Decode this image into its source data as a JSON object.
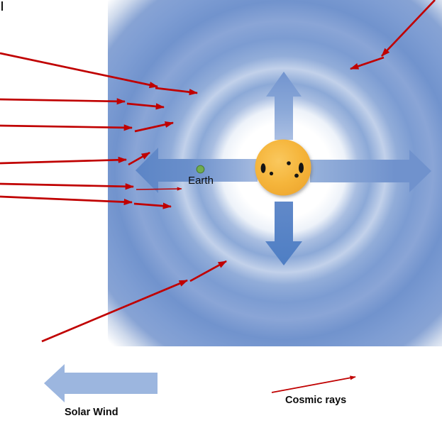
{
  "labels": {
    "earth": "Earth",
    "solar_wind": "Solar Wind",
    "cosmic_rays": "Cosmic rays"
  },
  "colors": {
    "cosmic_ray_red": "#C00000",
    "heliosphere_blue": "#7A9BD2",
    "arrow_up_blue": "#7294CF",
    "arrow_down_blue": "#4E7EC4",
    "arrow_left_blue": "#5C85C6",
    "arrow_right_blue": "#7092CD",
    "solar_wind_legend_blue": "#9CB6DF",
    "sun_orange": "#F5B53B",
    "earth_green": "#6FAC51"
  },
  "rays": {
    "items": [
      {
        "name": "cosmic-ray-upper-left",
        "main": [
          0,
          75,
          222,
          122
        ],
        "defl": [
          219,
          124,
          278,
          131
        ],
        "w": 2.7,
        "dw": 2.7
      },
      {
        "name": "cosmic-ray-left-2",
        "main": [
          0,
          140,
          176,
          143
        ],
        "defl": [
          179,
          146,
          231,
          151
        ],
        "w": 2.7,
        "dw": 2.7
      },
      {
        "name": "cosmic-ray-left-3",
        "main": [
          0,
          177,
          186,
          180
        ],
        "defl": [
          190,
          185,
          244,
          173
        ],
        "w": 2.7,
        "dw": 2.7
      },
      {
        "name": "cosmic-ray-left-4",
        "main": [
          0,
          230,
          178,
          225
        ],
        "defl": [
          181,
          232,
          211,
          215
        ],
        "w": 2.7,
        "dw": 2.7
      },
      {
        "name": "cosmic-ray-left-5",
        "main": [
          0,
          259,
          188,
          263
        ],
        "defl": [
          192,
          267,
          256,
          266
        ],
        "w": 2.7,
        "dw": 1.5
      },
      {
        "name": "cosmic-ray-left-6",
        "main": [
          0,
          277,
          186,
          285
        ],
        "defl": [
          189,
          287,
          241,
          291
        ],
        "w": 2.7,
        "dw": 2.7
      },
      {
        "name": "cosmic-ray-lower-left",
        "main": [
          59,
          481,
          264,
          395
        ],
        "defl": [
          268,
          396,
          319,
          368
        ],
        "w": 2.7,
        "dw": 2.7
      },
      {
        "name": "cosmic-ray-upper-right",
        "main": [
          613,
          0,
          538,
          79
        ],
        "defl": [
          541,
          81,
          494,
          97
        ],
        "w": 2.7,
        "dw": 2.7
      },
      {
        "name": "cosmic-rays-legend-arrow",
        "main": [
          383,
          553,
          501,
          531
        ],
        "w": 1.8
      }
    ]
  }
}
